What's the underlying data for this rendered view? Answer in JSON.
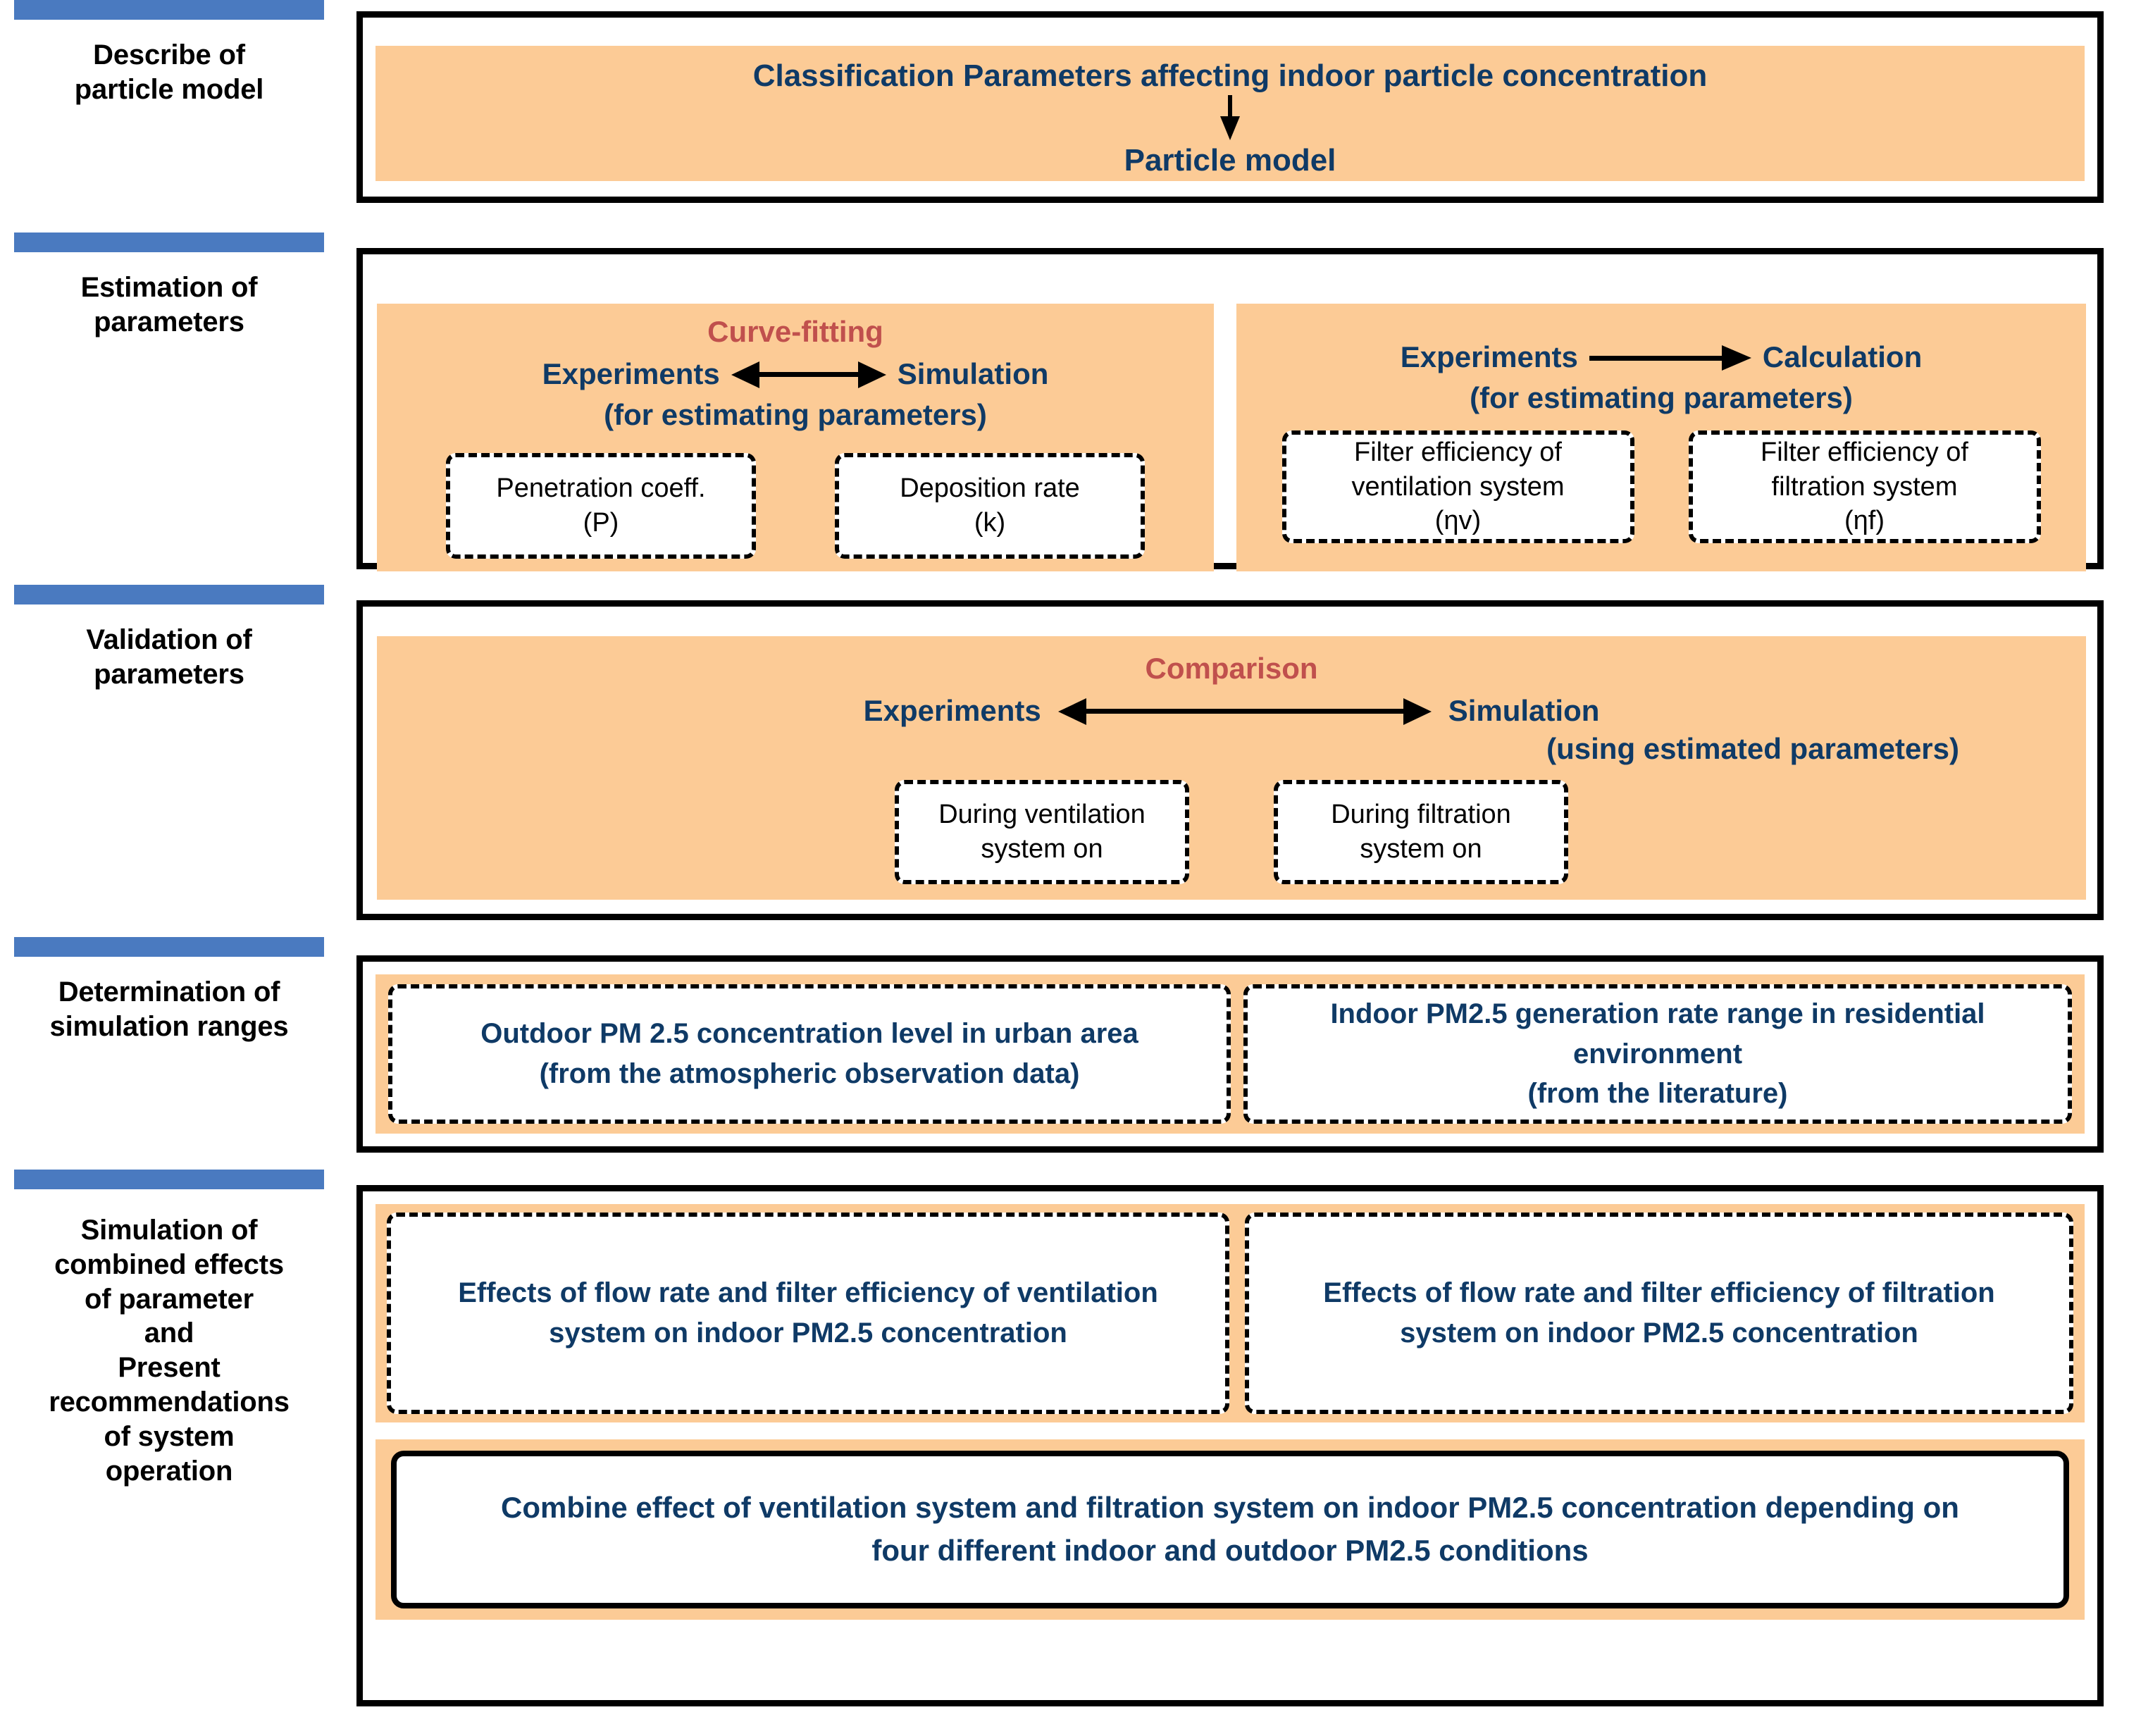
{
  "colors": {
    "stage_bar": "#4A7AC0",
    "panel_fill": "#FCCB96",
    "blue_text": "#0F3A66",
    "red_text": "#C0504D",
    "border": "#000000"
  },
  "stages": [
    {
      "label": "Describe of\nparticle model"
    },
    {
      "label": "Estimation of\nparameters"
    },
    {
      "label": "Validation of\nparameters"
    },
    {
      "label": "Determination of\nsimulation ranges"
    },
    {
      "label": "Simulation of\ncombined effects\nof parameter\nand\nPresent\nrecommendations\nof system\noperation"
    }
  ],
  "stage_labels": {
    "s1": "Describe of particle model",
    "s2": "Estimation of parameters",
    "s3": "Validation of parameters",
    "s4": "Determination of simulation ranges",
    "s5": "Simulation of combined effects of parameter and Present recommendations of system operation"
  },
  "section1": {
    "top_text": "Classification Parameters affecting indoor particle concentration",
    "bottom_text": "Particle model",
    "arrow": "arrow-down-icon"
  },
  "section2": {
    "left": {
      "relation_label": "Curve-fitting",
      "from": "Experiments",
      "to": "Simulation",
      "caption": "(for estimating parameters)",
      "arrow": "double-arrow-icon",
      "cards": [
        "Penetration coeff.\n(P)",
        "Deposition rate\n(k)"
      ],
      "card1_line1": "Penetration coeff.",
      "card1_line2": "(P)",
      "card2_line1": "Deposition rate",
      "card2_line2": "(k)"
    },
    "right": {
      "from": "Experiments",
      "to": "Calculation",
      "caption": "(for estimating parameters)",
      "arrow": "right-arrow-icon",
      "card1_line1": "Filter efficiency of",
      "card1_line2": "ventilation system",
      "card1_line3": "(ηv)",
      "card2_line1": "Filter efficiency of",
      "card2_line2": "filtration system",
      "card2_line3": "(ηf)"
    }
  },
  "section3": {
    "relation_label": "Comparison",
    "from": "Experiments",
    "to": "Simulation",
    "caption": "(using estimated parameters)",
    "arrow": "double-arrow-icon",
    "card1_line1": "During ventilation",
    "card1_line2": "system on",
    "card2_line1": "During filtration",
    "card2_line2": "system on"
  },
  "section4": {
    "card1_line1": "Outdoor PM 2.5 concentration level in urban area",
    "card1_line2": "(from the atmospheric observation data)",
    "card2_line1": "Indoor PM2.5 generation rate range in residential",
    "card2_line2": "environment",
    "card2_line3": "(from the literature)"
  },
  "section5": {
    "card1_line1": "Effects of flow rate and filter efficiency of ventilation",
    "card1_line2": "system on indoor PM2.5 concentration",
    "card2_line1": "Effects of flow rate and filter efficiency of filtration",
    "card2_line2": "system on indoor PM2.5 concentration",
    "card3_line1": "Combine effect of ventilation system and filtration system on indoor PM2.5 concentration depending on",
    "card3_line2": "four different indoor and outdoor PM2.5 conditions"
  }
}
